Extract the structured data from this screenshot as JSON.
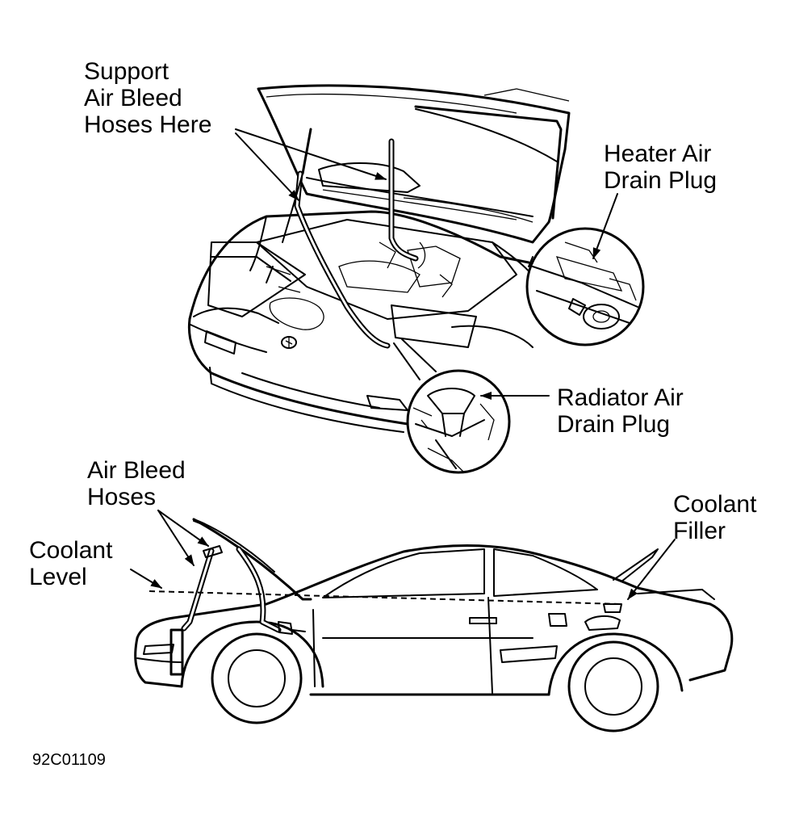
{
  "labels": {
    "support_hoses": "Support\nAir Bleed\nHoses Here",
    "heater_plug": "Heater Air\nDrain Plug",
    "radiator_plug": "Radiator Air\nDrain Plug",
    "air_bleed_hoses": "Air Bleed\nHoses",
    "coolant_level": "Coolant\nLevel",
    "coolant_filler": "Coolant\nFiller"
  },
  "figure_code": "92C01109"
}
